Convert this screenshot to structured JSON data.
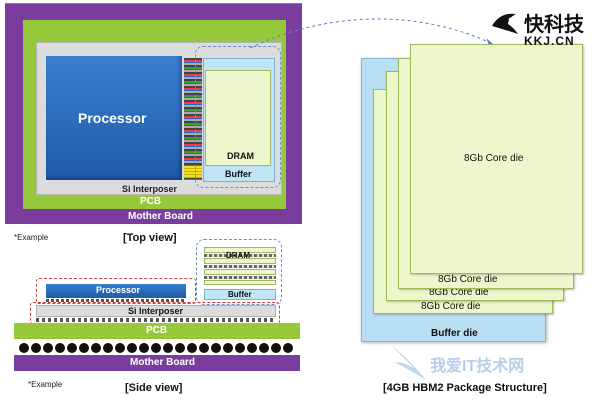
{
  "top_view": {
    "mother_board": "Mother Board",
    "pcb": "PCB",
    "si_interposer": "Si Interposer",
    "processor": "Processor",
    "dram": "DRAM",
    "buffer": "Buffer",
    "example": "*Example",
    "caption": "[Top view]"
  },
  "side_view": {
    "dram": "DRAM",
    "buffer": "Buffer",
    "processor": "Processor",
    "si_interposer": "Si Interposer",
    "pcb": "PCB",
    "mother_board": "Mother Board",
    "example": "*Example",
    "caption": "[Side view]"
  },
  "hbm2": {
    "core_die_1": "8Gb Core die",
    "core_die_2": "8Gb Core die",
    "core_die_3": "8Gb Core die",
    "core_die_4": "8Gb Core die",
    "buffer_die": "Buffer die",
    "caption": "[4GB HBM2 Package Structure]"
  },
  "watermark": {
    "brand": "快科技",
    "domain": "KKJ.CN",
    "bottom_text": "我爱IT技术网"
  },
  "colors": {
    "mother_board": "#7a3d9e",
    "pcb": "#96c83c",
    "interposer": "#dcdcdc",
    "processor": "#2a6cc0",
    "dram": "#eef7cc",
    "buffer": "#bfe4f4",
    "buffer_die": "#b8e0f2"
  }
}
